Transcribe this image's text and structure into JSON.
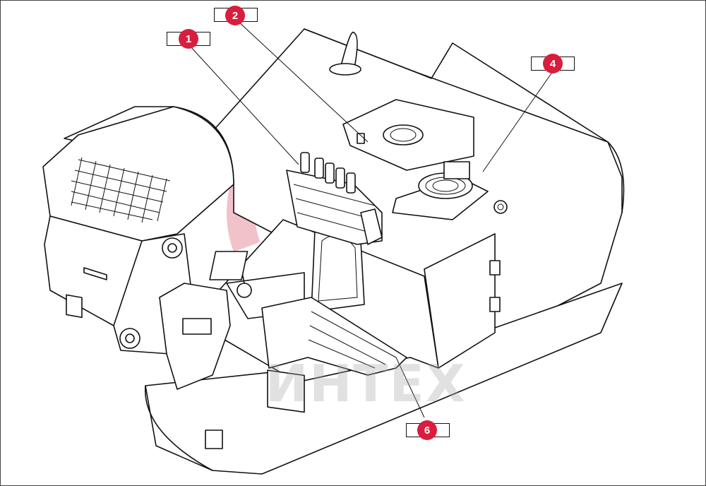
{
  "callouts": [
    {
      "id": "1",
      "label": "1"
    },
    {
      "id": "2",
      "label": "2"
    },
    {
      "id": "4",
      "label": "4"
    },
    {
      "id": "6",
      "label": "6"
    }
  ],
  "watermark": {
    "text": "ИНТЕХ",
    "color": "#e8b4bc"
  },
  "colors": {
    "badge": "#d81e3f",
    "line": "#111111"
  }
}
